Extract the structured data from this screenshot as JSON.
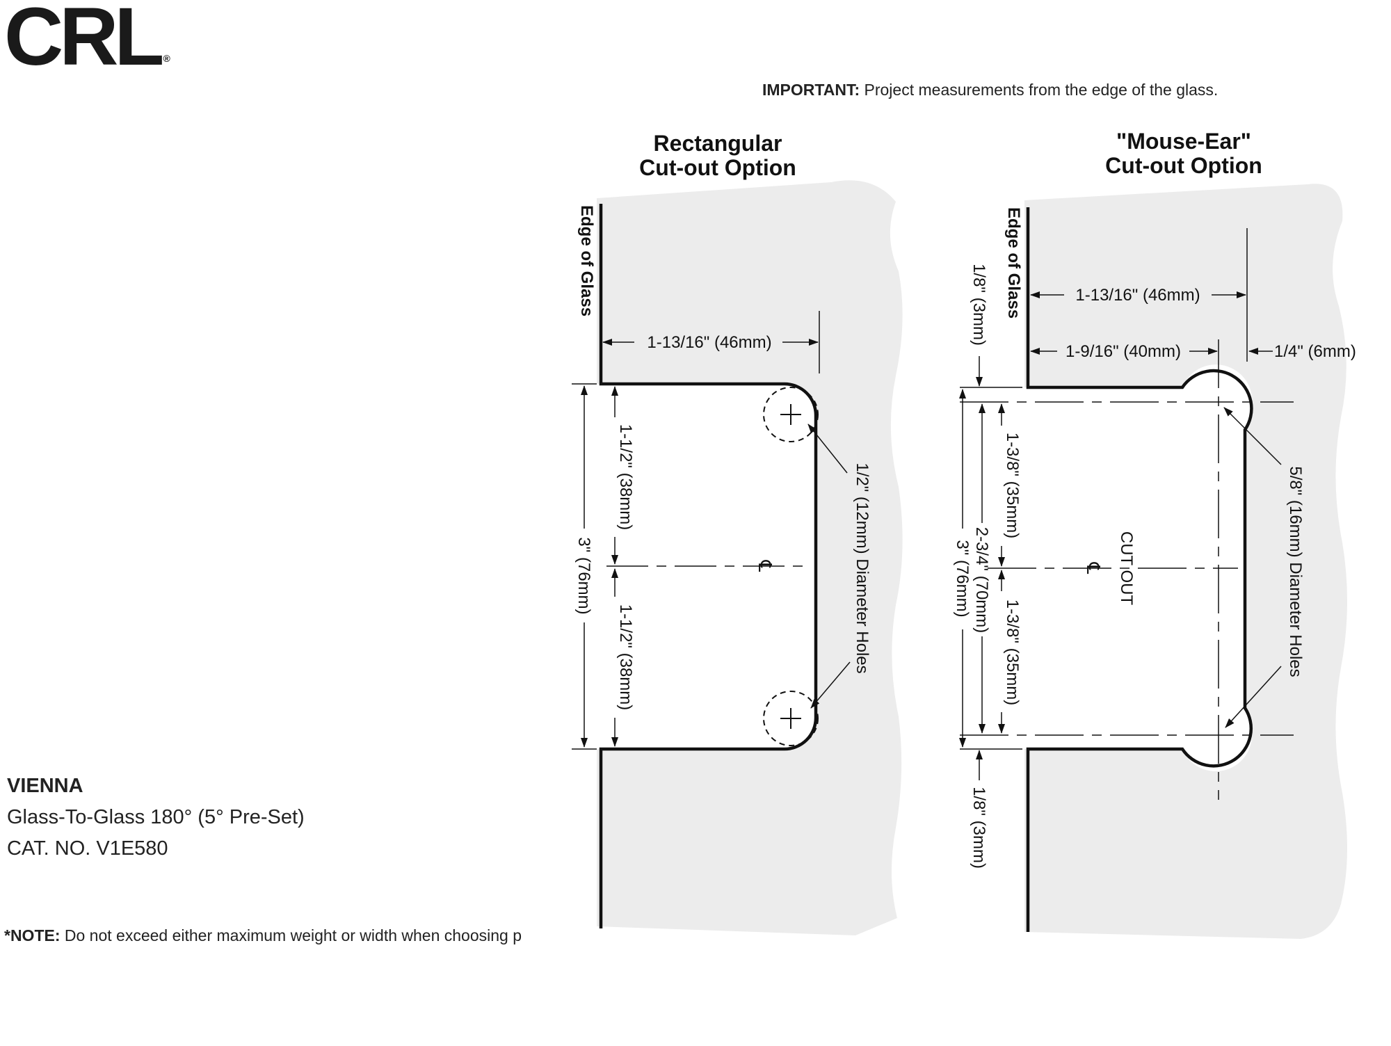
{
  "brand": {
    "logo_text": "CRL",
    "logo_mark": "®"
  },
  "important": {
    "label": "IMPORTANT:",
    "text": "Project measurements from the edge of the glass."
  },
  "product": {
    "name": "VIENNA",
    "description": "Glass-To-Glass 180° (5° Pre-Set)",
    "catalog": "CAT. NO. V1E580"
  },
  "note": {
    "label": "*NOTE:",
    "text": "Do not exceed either maximum weight or width when choosing p"
  },
  "left_diagram": {
    "title_line1": "Rectangular",
    "title_line2": "Cut-out Option",
    "edge_label": "Edge of Glass",
    "width_dim": "1-13/16\" (46mm)",
    "total_height_dim": "3\" (76mm)",
    "upper_half_dim": "1-1/2\" (38mm)",
    "lower_half_dim": "1-1/2\" (38mm)",
    "holes_label": "1/2\" (12mm) Diameter Holes",
    "centerline_symbol": "℄"
  },
  "right_diagram": {
    "title_line1": "\"Mouse-Ear\"",
    "title_line2": "Cut-out Option",
    "edge_label": "Edge of Glass",
    "width_dim": "1-13/16\" (46mm)",
    "inner_width_dim": "1-9/16\" (40mm)",
    "ear_offset_dim": "1/4\" (6mm)",
    "top_gap_dim": "1/8\" (3mm)",
    "bottom_gap_dim": "1/8\" (3mm)",
    "total_height_dim": "3\" (76mm)",
    "inner_height_dim": "2-3/4\" (70mm)",
    "upper_half_dim": "1-3/8\" (35mm)",
    "lower_half_dim": "1-3/8\" (35mm)",
    "cutout_label": "CUT OUT",
    "centerline_symbol": "℄",
    "holes_label": "5/8\" (16mm) Diameter Holes"
  }
}
